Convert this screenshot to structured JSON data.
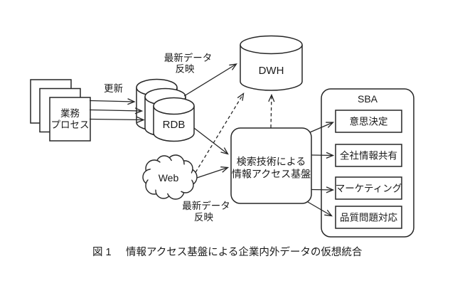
{
  "figure": {
    "label": "図 1",
    "title": "情報アクセス基盤による企業内外データの仮想統合"
  },
  "nodes": {
    "business_process": {
      "line1": "業務",
      "line2": "プロセス"
    },
    "rdb": {
      "label": "RDB"
    },
    "dwh": {
      "label": "DWH"
    },
    "web": {
      "label": "Web"
    },
    "access_platform": {
      "line1": "検索技術による",
      "line2": "情報アクセス基盤"
    },
    "sba": {
      "label": "SBA",
      "items": [
        {
          "label": "意思決定"
        },
        {
          "label": "全社情報共有"
        },
        {
          "label": "マーケティング"
        },
        {
          "label": "品質問題対応"
        }
      ]
    }
  },
  "edges": {
    "update_label": "更新",
    "latest_top": {
      "line1": "最新データ",
      "line2": "反映"
    },
    "latest_bottom": {
      "line1": "最新データ",
      "line2": "反映"
    }
  },
  "colors": {
    "stroke": "#262626",
    "text": "#1a1a1a",
    "background": "#ffffff"
  }
}
